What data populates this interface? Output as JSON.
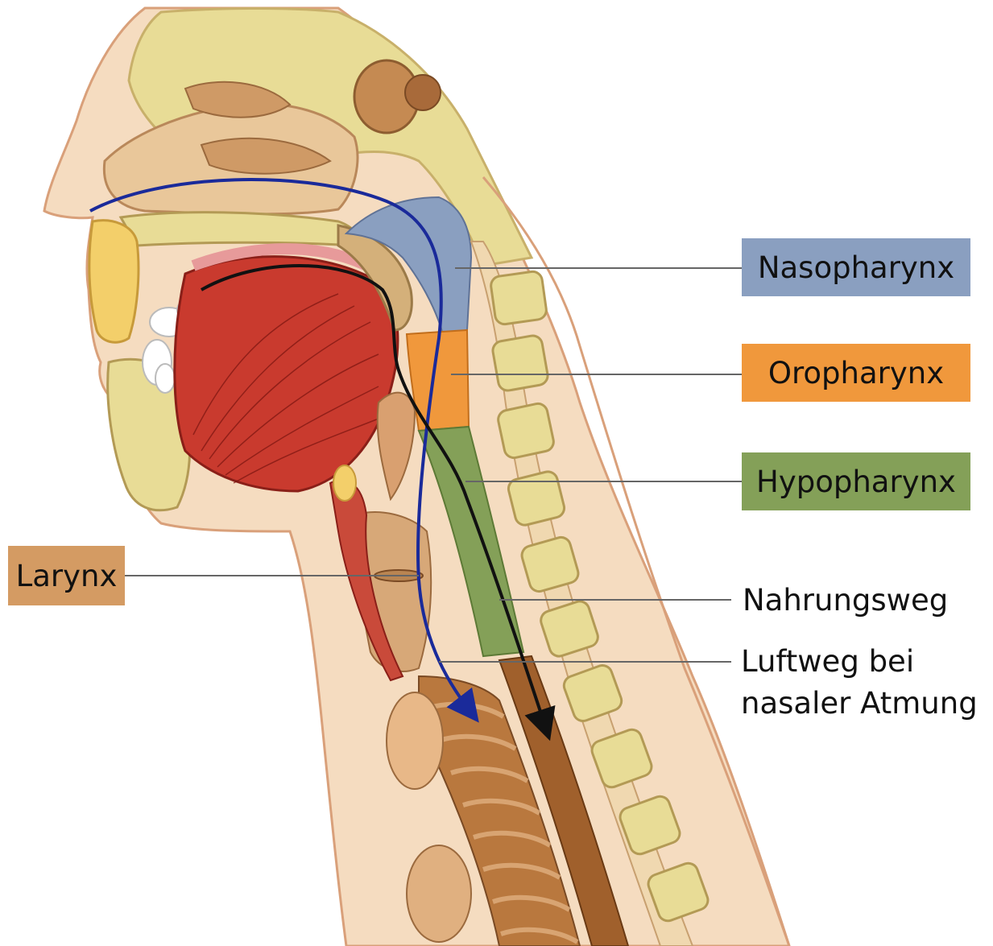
{
  "labels": {
    "nasopharynx": "Nasopharynx",
    "oropharynx": "Oropharynx",
    "hypopharynx": "Hypopharynx",
    "larynx": "Larynx",
    "nahrungsweg": "Nahrungsweg",
    "luftweg_line1": "Luftweg bei",
    "luftweg_line2": "nasaler Atmung"
  },
  "colors": {
    "nasopharynx": "#8a9fc0",
    "oropharynx": "#f0983c",
    "hypopharynx": "#84a058",
    "larynx": "#d49b63",
    "airway_arrow": "#1a2a9a",
    "food_arrow": "#111111",
    "skin": "#f5dcc0",
    "bone": "#e8dc96",
    "muscle": "#c93a2e"
  }
}
